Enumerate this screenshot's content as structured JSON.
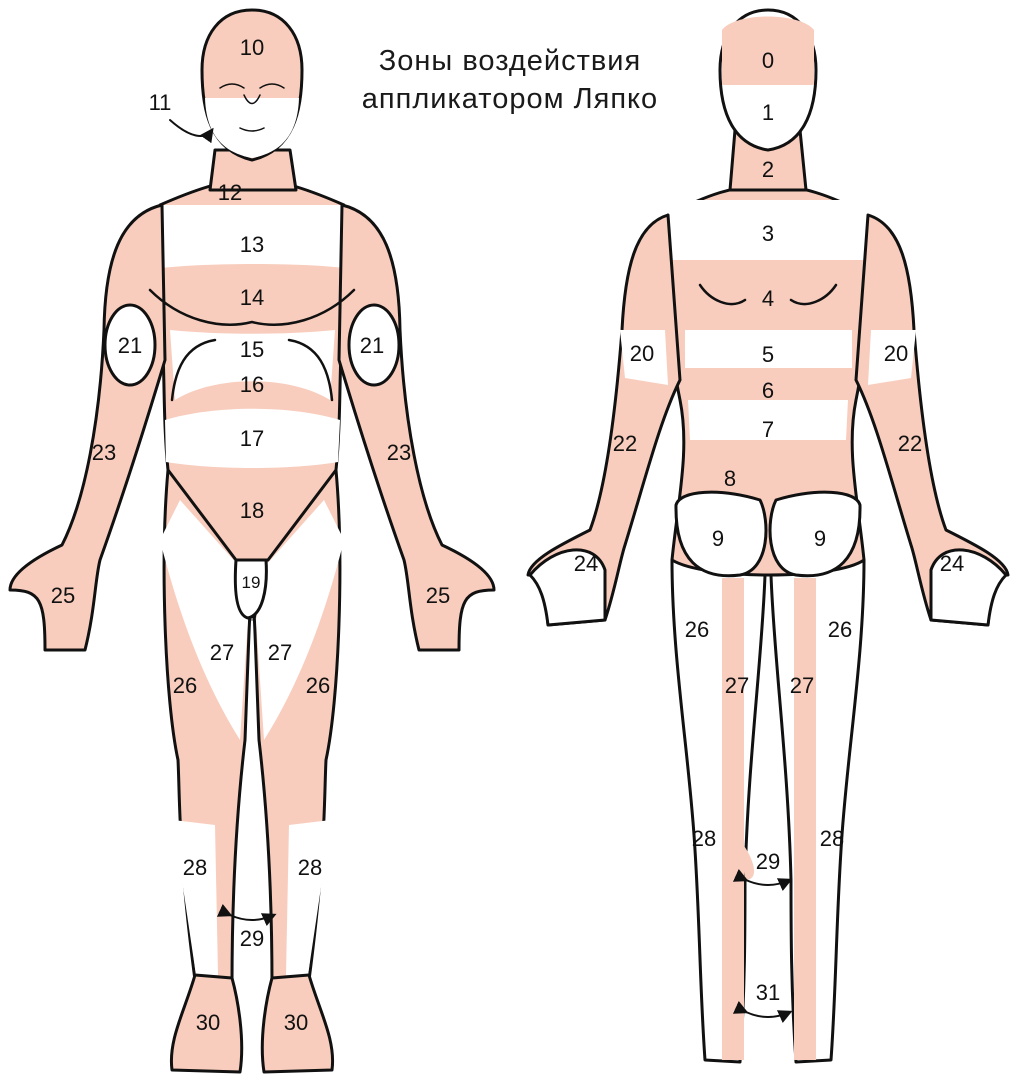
{
  "title": {
    "line1": "Зоны воздействия",
    "line2": "аппликатором Ляпко"
  },
  "colors": {
    "zone": "#f8cdbd",
    "outline": "#111111",
    "skin": "#ffffff"
  },
  "front": {
    "labels": {
      "z10": "10",
      "z11": "11",
      "z12": "12",
      "z13": "13",
      "z14": "14",
      "z15": "15",
      "z16": "16",
      "z17": "17",
      "z18": "18",
      "z19": "19",
      "z21l": "21",
      "z21r": "21",
      "z23l": "23",
      "z23r": "23",
      "z25l": "25",
      "z25r": "25",
      "z26l": "26",
      "z26r": "26",
      "z27l": "27",
      "z27r": "27",
      "z28l": "28",
      "z28r": "28",
      "z29": "29",
      "z30l": "30",
      "z30r": "30"
    }
  },
  "back": {
    "labels": {
      "z0": "0",
      "z1": "1",
      "z2": "2",
      "z3": "3",
      "z4": "4",
      "z5": "5",
      "z6": "6",
      "z7": "7",
      "z8": "8",
      "z9l": "9",
      "z9r": "9",
      "z20l": "20",
      "z20r": "20",
      "z22l": "22",
      "z22r": "22",
      "z24l": "24",
      "z24r": "24",
      "z26l": "26",
      "z26r": "26",
      "z27l": "27",
      "z27r": "27",
      "z28l": "28",
      "z28r": "28",
      "z29": "29",
      "z31": "31"
    }
  }
}
